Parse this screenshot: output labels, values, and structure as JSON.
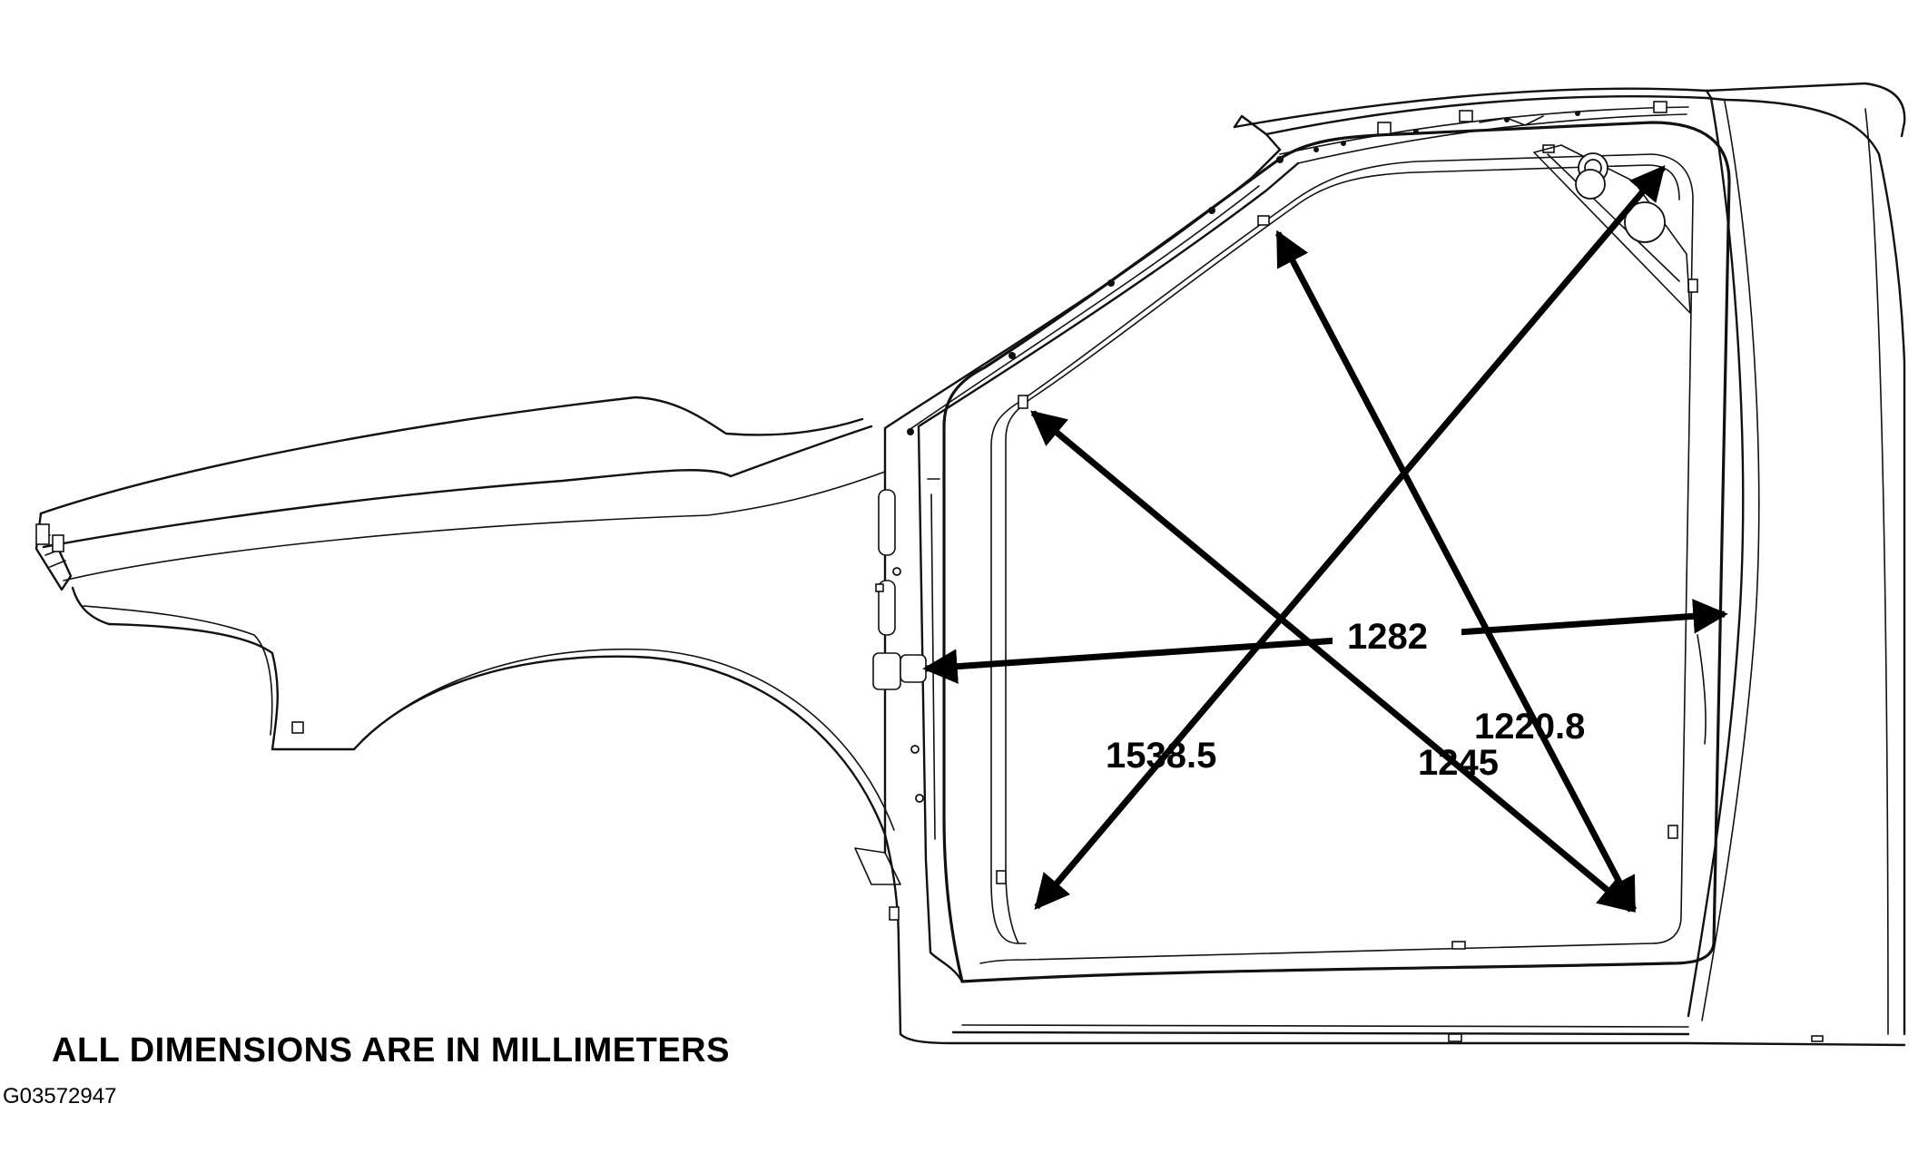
{
  "diagram": {
    "dimensions": [
      {
        "id": "diag-1538",
        "label": "1538.5"
      },
      {
        "id": "diag-1245",
        "label": "1245"
      },
      {
        "id": "diag-1220",
        "label": "1220.8"
      },
      {
        "id": "horiz-1282",
        "label": "1282"
      }
    ],
    "note": "ALL DIMENSIONS ARE IN MILLIMETERS",
    "figure_code": "G03572947"
  },
  "colors": {
    "ink": "#000000",
    "background": "#ffffff"
  }
}
